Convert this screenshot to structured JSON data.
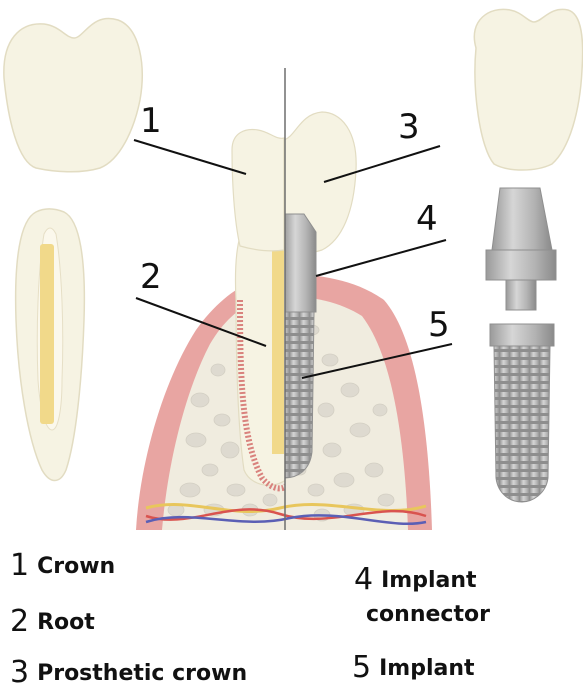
{
  "callouts": [
    "1",
    "2",
    "3",
    "4",
    "5"
  ],
  "legend": [
    {
      "num": "1",
      "label": "Crown"
    },
    {
      "num": "2",
      "label": "Root"
    },
    {
      "num": "3",
      "label": "Prosthetic crown"
    },
    {
      "num": "4",
      "label": "Implant",
      "label2": "connector"
    },
    {
      "num": "5",
      "label": "Implant"
    }
  ],
  "colors": {
    "enamel": "#f6f3e3",
    "enamel_outline": "#e2dcc2",
    "pulp": "#f1d98a",
    "gum": "#e8a5a2",
    "bone": "#f0ecdf",
    "bone_cell": "#dedad0",
    "metal": "#b9b9b9",
    "metal_dark": "#8f8f8f",
    "vessel_red": "#d9534f",
    "vessel_blue": "#5b5fb5",
    "vessel_yellow": "#e8c65c"
  }
}
